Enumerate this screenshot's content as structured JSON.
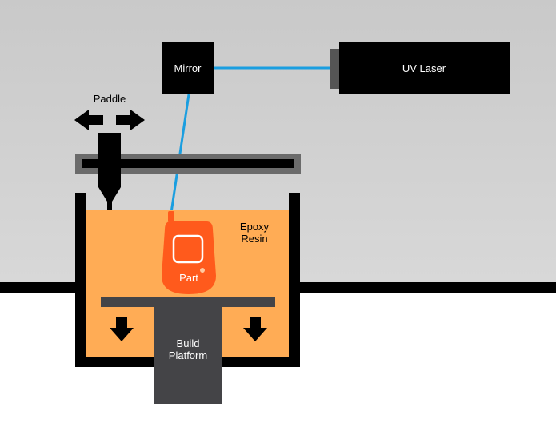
{
  "labels": {
    "mirror": "Mirror",
    "uv_laser": "UV Laser",
    "paddle": "Paddle",
    "epoxy_line1": "Epoxy",
    "epoxy_line2": "Resin",
    "part": "Part",
    "build_line1": "Build",
    "build_line2": "Platform"
  },
  "colors": {
    "background_top": "#d0d0d0",
    "background_bottom": "#ffffff",
    "machine_black": "#000000",
    "laser_beam": "#1a9ee0",
    "resin": "#ffac55",
    "part": "#ff5a1c",
    "build_platform": "#444447",
    "rail": "#6b6b6b"
  }
}
